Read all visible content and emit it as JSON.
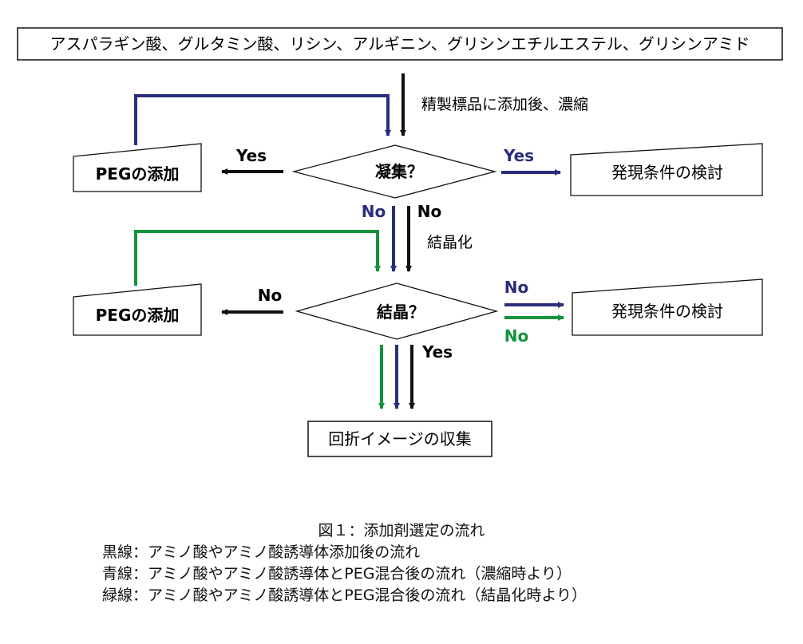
{
  "colors": {
    "black": "#111111",
    "blue": "#2a2e7a",
    "green": "#14933c"
  },
  "diagram": {
    "top_box": "アスパラギン酸、グルタミン酸、リシン、アルギニン、グリシンエチルエステル、グリシンアミド",
    "step_concentrate": "精製標品に添加後、濃縮",
    "decision1": "凝集？",
    "peg_add_1": "PEGの添加",
    "condition_1": "発現条件の検討",
    "yes_left_1": "Yes",
    "yes_right_1": "Yes",
    "no_blue_1": "No",
    "no_black_1": "No",
    "step_crystallize": "結晶化",
    "decision2": "結晶？",
    "peg_add_2": "PEGの添加",
    "condition_2": "発現条件の検討",
    "no_left_2": "No",
    "no_blue_2": "No",
    "no_green_2": "No",
    "yes_2": "Yes",
    "final_box": "回折イメージの収集"
  },
  "caption": {
    "title": "図１：添加剤選定の流れ",
    "legend_black": "黒線：アミノ酸やアミノ酸誘導体添加後の流れ",
    "legend_blue": "青線：アミノ酸やアミノ酸誘導体とPEG混合後の流れ（濃縮時より）",
    "legend_green": "緑線：アミノ酸やアミノ酸誘導体とPEG混合後の流れ（結晶化時より）"
  }
}
